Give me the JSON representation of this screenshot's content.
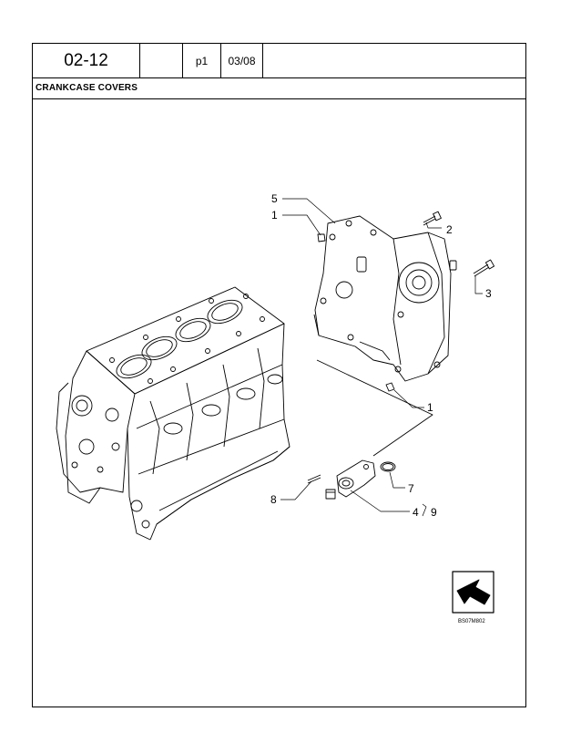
{
  "header": {
    "page_ref": "02-12",
    "blank": "",
    "part": "p1",
    "date": "03/08"
  },
  "title": "CRANKCASE COVERS",
  "callouts": {
    "c5": "5",
    "c1a": "1",
    "c2": "2",
    "c3": "3",
    "c1b": "1",
    "c7": "7",
    "c8": "8",
    "c4": "4",
    "c9": "9"
  },
  "drawing_code": "BS07M802",
  "icons": {
    "orientation": "arrow-pointer-icon"
  }
}
